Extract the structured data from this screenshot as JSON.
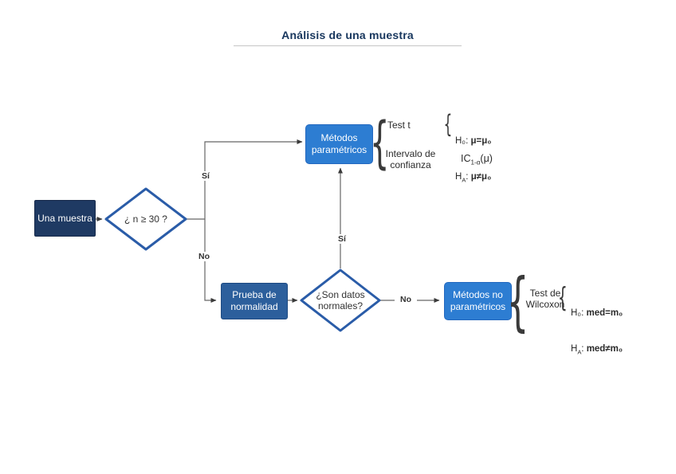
{
  "title": "Análisis de una muestra",
  "nodes": {
    "start": "Una muestra",
    "decision1": "¿ n ≥ 30 ?",
    "parametric": "Métodos paramétricos",
    "normality": "Prueba de normalidad",
    "decision2": "¿Son datos normales?",
    "nonparametric": "Métodos no paramétricos"
  },
  "edges": {
    "yes1": "Sí",
    "no1": "No",
    "yes2": "Sí",
    "no2": "No"
  },
  "annotations": {
    "parametric": {
      "test_t": "Test t",
      "interval": "Intervalo de confianza",
      "h0_pre": "H₀: ",
      "h0_val": "μ=μ₀",
      "ha_pre": "H",
      "ha_sub": "A",
      "ha_colon": ": ",
      "ha_val": "μ≠μ₀",
      "ic_pre": "IC",
      "ic_sub": "1-α",
      "ic_post": "(μ)"
    },
    "nonparametric": {
      "test": "Test de Wilcoxon",
      "h0_pre": "H₀: ",
      "h0_val": "med=m₀",
      "ha_pre": "H",
      "ha_sub": "A",
      "ha_colon": ": ",
      "ha_val": "med≠m₀"
    }
  },
  "glyphs": {
    "brace": "{"
  },
  "colors": {
    "title": "#17365d",
    "start_box": "#1f3a63",
    "primary_box": "#2d7dd2",
    "secondary_box": "#2c5f9c",
    "diamond_border": "#2a5ca8",
    "connector": "#666666",
    "arrowhead": "#3a3a3a"
  }
}
